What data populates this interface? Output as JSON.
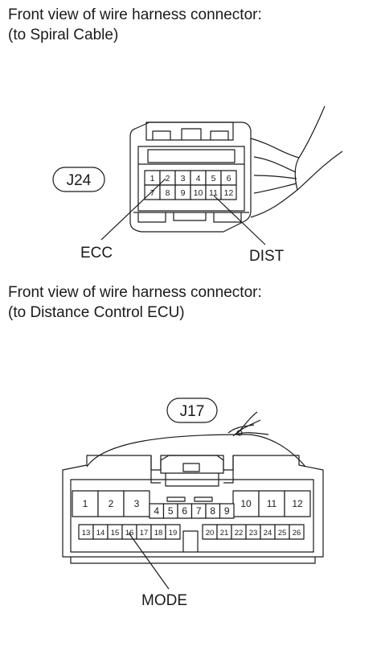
{
  "headings": {
    "spiral": [
      "Front view of wire harness connector:",
      "(to Spiral Cable)"
    ],
    "distance": [
      "Front view of wire harness connector:",
      "(to Distance Control ECU)"
    ]
  },
  "connector_j24": {
    "tag": "J24",
    "row1": [
      "1",
      "2",
      "3",
      "4",
      "5",
      "6"
    ],
    "row2": [
      "7",
      "8",
      "9",
      "10",
      "11",
      "12"
    ],
    "callouts": {
      "left": "ECC",
      "right": "DIST"
    }
  },
  "connector_j17": {
    "tag": "J17",
    "large_left": [
      "1",
      "2",
      "3"
    ],
    "large_right": [
      "10",
      "11",
      "12"
    ],
    "middle": [
      "4",
      "5",
      "6",
      "7",
      "8",
      "9"
    ],
    "bottom_left": [
      "13",
      "14",
      "15",
      "16",
      "17",
      "18",
      "19"
    ],
    "bottom_right": [
      "20",
      "21",
      "22",
      "23",
      "24",
      "25",
      "26"
    ],
    "callout": "MODE"
  }
}
